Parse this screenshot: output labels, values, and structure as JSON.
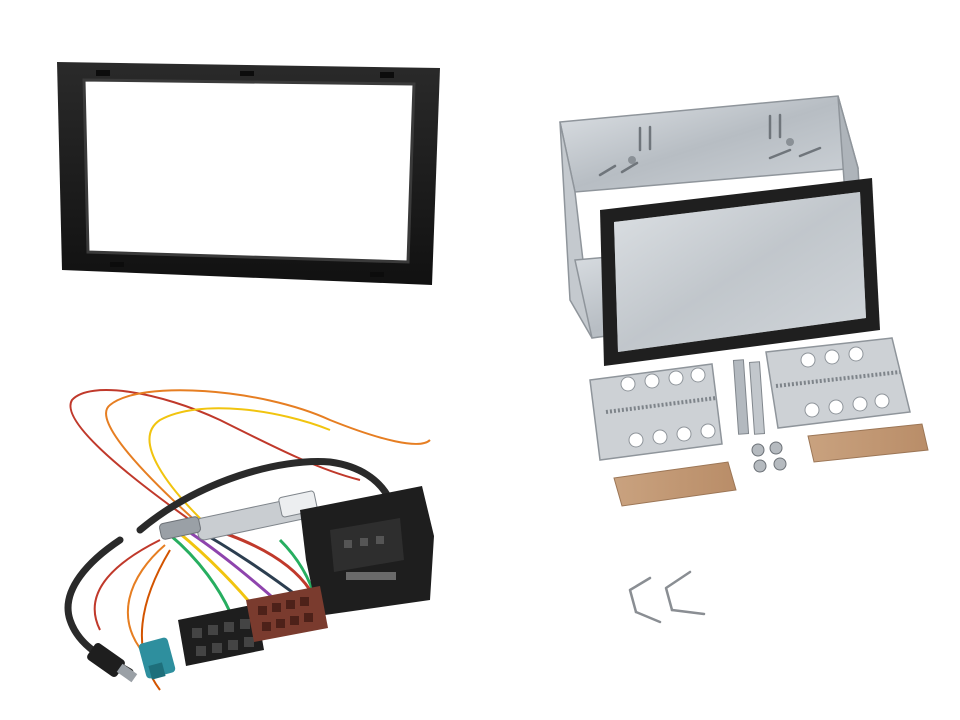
{
  "scene": {
    "background": "#ffffff",
    "components": [
      {
        "id": "fascia-frame",
        "icon": "double-din-fascia-frame",
        "color": "#1b1b1b"
      },
      {
        "id": "mounting-cage",
        "icon": "metal-mounting-cage",
        "color": "#b9bec3"
      },
      {
        "id": "side-brackets",
        "icon": "perforated-side-brackets",
        "color": "#c7cbd0"
      },
      {
        "id": "release-keys",
        "icon": "release-keys",
        "color": "#8a8e93"
      },
      {
        "id": "wiring-harness",
        "icon": "iso-wiring-harness",
        "color": "#222222"
      }
    ],
    "wire_colors": [
      "#c0392b",
      "#e67e22",
      "#f1c40f",
      "#27ae60",
      "#8e44ad",
      "#2c3e50",
      "#d35400"
    ],
    "connector_colors": {
      "black": "#1e1e1e",
      "brown": "#7a3b2e",
      "teal": "#2e8f9e"
    }
  }
}
